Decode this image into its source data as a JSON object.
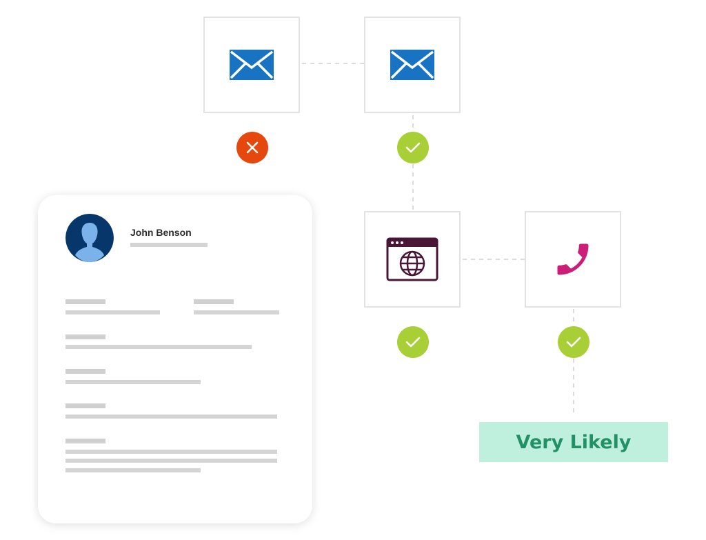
{
  "colors": {
    "accent_blue": "#1874c2",
    "fail_orange": "#e5470c",
    "pass_green": "#a9cf37",
    "web_plum": "#4a1635",
    "phone_magenta": "#cc1e79",
    "avatar_navy": "#07376a",
    "avatar_silhouette": "#7cb2ea",
    "result_bg": "#bff0de",
    "result_fg": "#229266"
  },
  "channels": [
    {
      "icon": "envelope-icon",
      "status": "fail"
    },
    {
      "icon": "envelope-icon",
      "status": "pass"
    },
    {
      "icon": "browser-globe-icon",
      "status": "pass"
    },
    {
      "icon": "phone-icon",
      "status": "pass"
    }
  ],
  "contact": {
    "name": "John Benson"
  },
  "result": {
    "label": "Very Likely"
  }
}
